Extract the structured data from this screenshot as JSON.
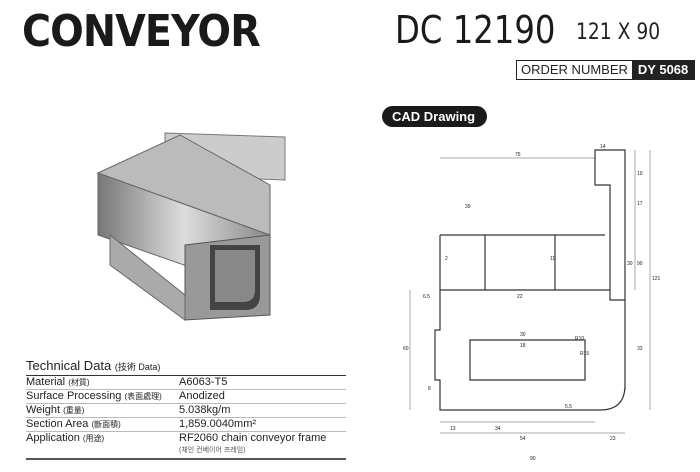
{
  "header": {
    "title": "CONVEYOR",
    "model": "DC 12190",
    "size": "121 X 90",
    "order_label": "ORDER NUMBER",
    "order_value": "DY 5068"
  },
  "cad_label": "CAD Drawing",
  "tech": {
    "heading": "Technical Data",
    "heading_sub": "(技術 Data)",
    "rows": [
      {
        "k": "Material",
        "ks": "(材質)",
        "v": "A6063-T5"
      },
      {
        "k": "Surface Processing",
        "ks": "(表面處理)",
        "v": "Anodized"
      },
      {
        "k": "Weight",
        "ks": "(重量)",
        "v": "5.038kg/m"
      },
      {
        "k": "Section Area",
        "ks": "(斷面積)",
        "v": "1,859.0040mm²"
      },
      {
        "k": "Application",
        "ks": "(用途)",
        "v": "RF2060 chain conveyor frame"
      }
    ],
    "app_sub": "(체인 컨베이어 프레임)"
  },
  "dims": {
    "d75": "75",
    "d14": "14",
    "d10": "10",
    "d17": "17",
    "d30": "30",
    "d90": "90",
    "d121": "121",
    "d39": "39",
    "d2": "2",
    "d22": "22",
    "d65": "6.5",
    "d60": "60",
    "d33": "33",
    "d18": "18",
    "d13": "13",
    "d8": "8",
    "d34": "34",
    "d54": "54",
    "d23": "23",
    "d90b": "90",
    "d55": "5.5",
    "d11": "11",
    "r10": "R10",
    "r15": "R15"
  }
}
